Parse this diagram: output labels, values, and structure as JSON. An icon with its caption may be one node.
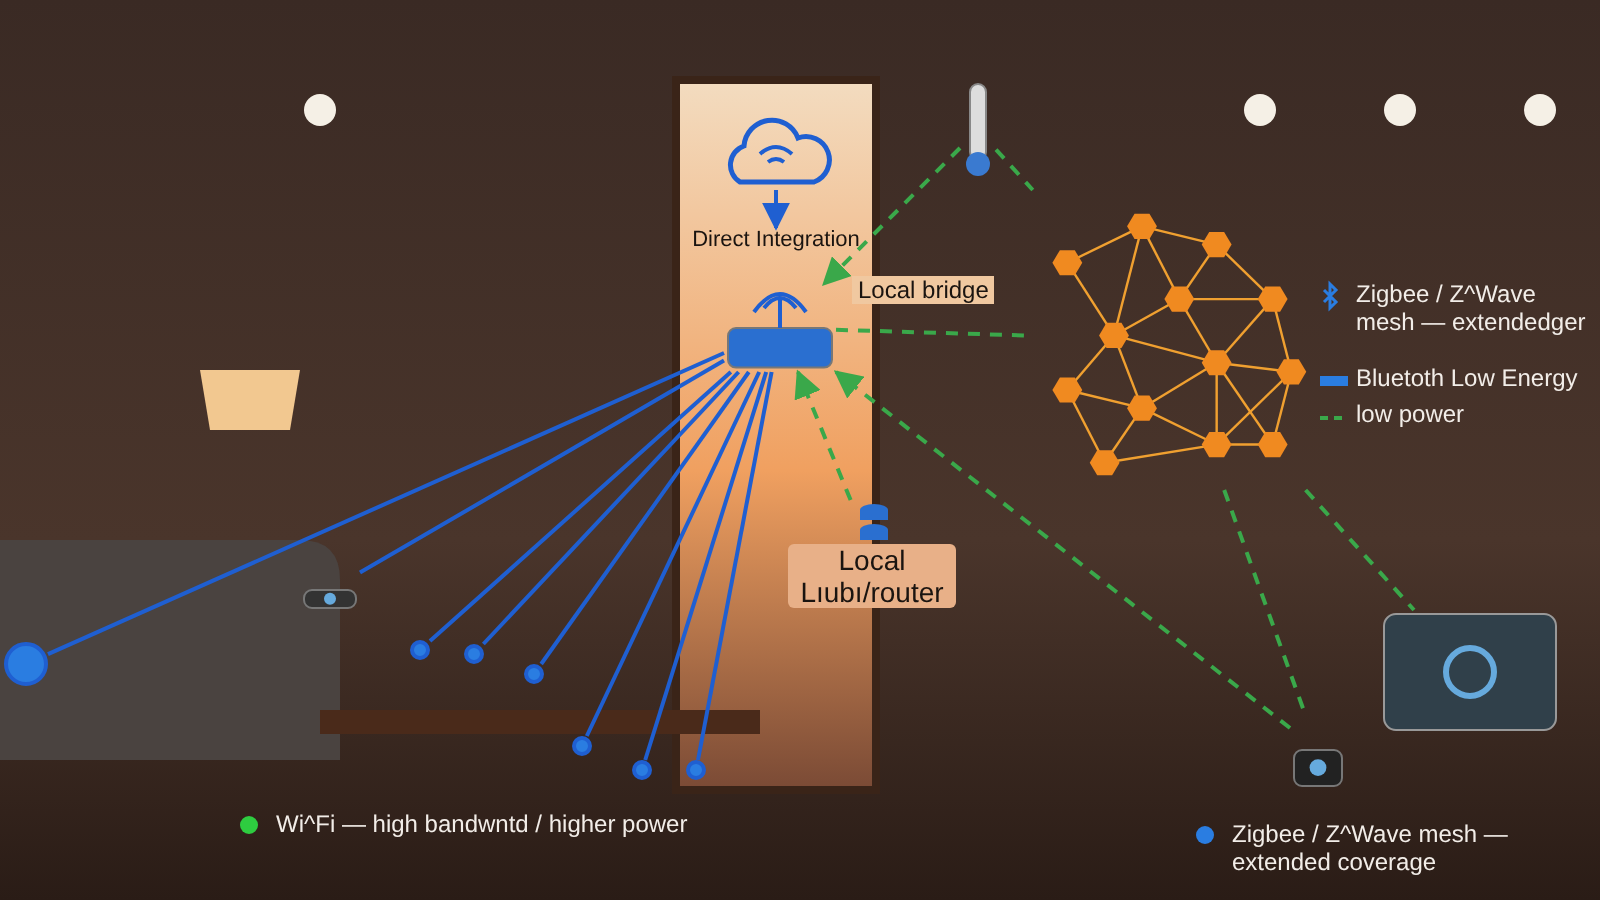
{
  "diagram": {
    "nodes": [
      {
        "text": [],
        "shape": "cloud"
      },
      {
        "text": [
          "Direct Integration"
        ]
      },
      {
        "text": [],
        "shape": "box",
        "beside": [
          "Local bridge"
        ]
      },
      {
        "text": [
          "Local Lıubı/router"
        ]
      },
      {
        "text": [],
        "shape": "bar"
      },
      {
        "text": [],
        "shape": "picture"
      },
      {
        "text": [],
        "shape": "box"
      },
      {
        "text": [],
        "shape": "picture"
      },
      {
        "text": [],
        "shape": "circle"
      },
      {
        "text": [],
        "shape": "box"
      },
      {
        "text": [],
        "shape": "circle"
      },
      {
        "text": [],
        "shape": "circle"
      },
      {
        "text": [],
        "shape": "circle"
      },
      {
        "text": [],
        "shape": "circle"
      },
      {
        "text": [],
        "shape": "circle"
      },
      {
        "text": [],
        "shape": "circle"
      }
    ],
    "edges": [
      {
        "from": 0,
        "to": 1,
        "arrow": "to"
      },
      {
        "from": 8,
        "to": 2,
        "arrow": "none"
      },
      {
        "from": 9,
        "to": 2,
        "arrow": "none"
      },
      {
        "from": 10,
        "to": 2,
        "arrow": "none"
      },
      {
        "from": 11,
        "to": 2,
        "arrow": "none"
      },
      {
        "from": 12,
        "to": 2,
        "arrow": "none"
      },
      {
        "from": 13,
        "to": 2,
        "arrow": "none"
      },
      {
        "from": 14,
        "to": 2,
        "arrow": "none"
      },
      {
        "from": 15,
        "to": 2,
        "arrow": "none"
      },
      {
        "from": 4,
        "to": 2,
        "arrow": "to",
        "style": "dashed",
        "color": "#3aa84a"
      },
      {
        "from": 3,
        "to": 2,
        "arrow": "to",
        "style": "dashed",
        "color": "#3aa84a"
      },
      {
        "from": 6,
        "to": 2,
        "arrow": "to",
        "style": "dashed",
        "color": "#3aa84a"
      },
      {
        "from": 2,
        "to": 5,
        "arrow": "none",
        "style": "dashed",
        "color": "#3aa84a"
      },
      {
        "from": 4,
        "to": 5,
        "arrow": "none",
        "style": "dashed",
        "color": "#3aa84a"
      },
      {
        "from": 5,
        "to": 6,
        "arrow": "none",
        "style": "dashed",
        "color": "#3aa84a"
      },
      {
        "from": 5,
        "to": 7,
        "arrow": "none",
        "style": "dashed",
        "color": "#3aa84a"
      }
    ],
    "legend": [
      {
        "text": "Zigbee / Z^Wave mesh — extendedger"
      },
      {
        "text": "Bluetoth Low Energy",
        "color": "#2a7de1"
      },
      {
        "text": "low power"
      },
      {
        "text": "Wi^Fi — high bandwntd / higher power",
        "color": "#2ecc40"
      },
      {
        "text": "Zigbee / Z^Wave mesh — extended coverage",
        "color": "#2a7de1"
      }
    ]
  }
}
